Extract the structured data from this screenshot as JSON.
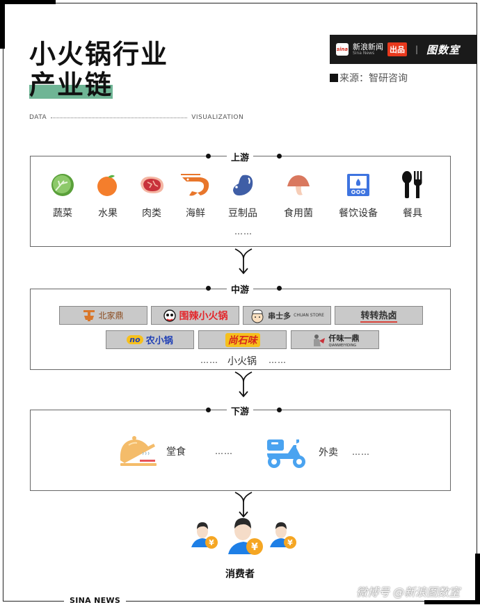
{
  "header": {
    "title_line1": "小火锅行业",
    "title_line2": "产业链",
    "data_label": "DATA",
    "visualization_label": "VISUALIZATION",
    "highlight_color": "#6fb595"
  },
  "brand": {
    "logo_text": "sina",
    "name": "新浪新闻",
    "name_sub": "Sina News",
    "badge": "出品",
    "separator": "|",
    "partner": "图数室",
    "badge_color": "#e8391d"
  },
  "source": {
    "text": "来源：智研咨询"
  },
  "upstream": {
    "label": "上游",
    "items": [
      {
        "label": "蔬菜",
        "icon": "cabbage-icon"
      },
      {
        "label": "水果",
        "icon": "orange-icon"
      },
      {
        "label": "肉类",
        "icon": "meat-icon"
      },
      {
        "label": "海鲜",
        "icon": "shrimp-icon"
      },
      {
        "label": "豆制品",
        "icon": "bean-icon"
      },
      {
        "label": "食用菌",
        "icon": "mushroom-icon"
      },
      {
        "label": "餐饮设备",
        "icon": "stove-icon"
      },
      {
        "label": "餐具",
        "icon": "cutlery-icon"
      }
    ],
    "more": "……"
  },
  "midstream": {
    "label": "中游",
    "brands_row1": [
      {
        "name": "北家鼎",
        "icon": "beijiading-logo"
      },
      {
        "name": "围辣小火锅",
        "icon": "weila-logo"
      },
      {
        "name": "串士多",
        "sub": "CHUAN STORE",
        "icon": "chuanshiduo-logo"
      },
      {
        "name": "转转热卤",
        "icon": "zhuanzhuan-logo"
      }
    ],
    "brands_row2": [
      {
        "name": "农小锅",
        "prefix": "no",
        "icon": "nongxiaoguo-logo"
      },
      {
        "name": "尚石味",
        "icon": "shangshiwei-logo"
      },
      {
        "name": "仟味一鼎",
        "sub": "QIANWEIYIDING",
        "icon": "qianweiyiding-logo"
      }
    ],
    "caption": "小火锅",
    "ellipsis": "……"
  },
  "downstream": {
    "label": "下游",
    "items": [
      {
        "label": "堂食",
        "icon": "dine-in-cloche-icon"
      },
      {
        "label": "外卖",
        "icon": "delivery-scooter-icon"
      }
    ],
    "ellipsis": "……"
  },
  "consumer": {
    "label": "消费者",
    "currency_symbol": "¥"
  },
  "footer": {
    "sina_news": "SINA NEWS",
    "watermark": "微博号 @新浪图数室"
  }
}
